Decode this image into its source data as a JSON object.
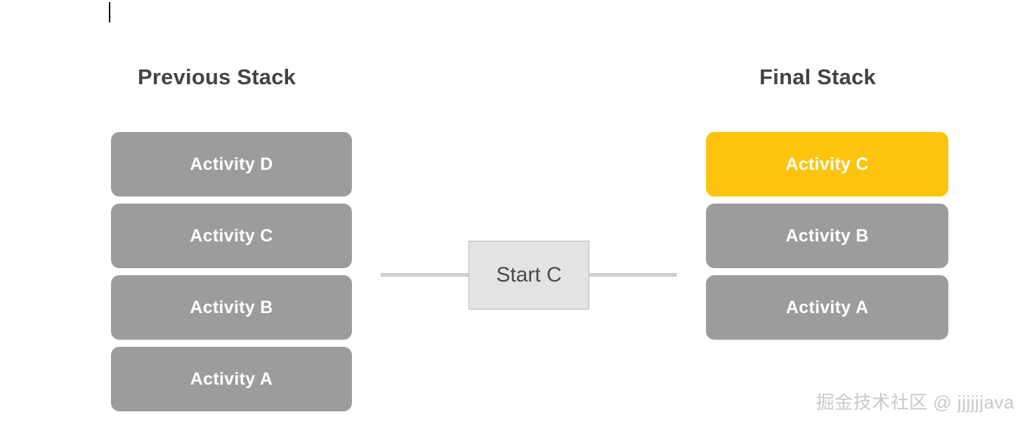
{
  "diagram": {
    "type": "activity-stack-transition",
    "background_color": "#ffffff",
    "caret_name": "text-caret",
    "colors": {
      "box_gray": "#9c9c9c",
      "box_highlight_yellow": "#fcc40d",
      "title_text": "#434343",
      "box_label_text": "#ffffff",
      "start_box_fill": "#e3e3e3",
      "start_box_border": "#b8b8b8",
      "connector_line": "#d0d0d0",
      "watermark_text": "#c9c9c9"
    },
    "previous_stack": {
      "title": "Previous Stack",
      "items": [
        {
          "label": "Activity D",
          "highlight": false
        },
        {
          "label": "Activity C",
          "highlight": false
        },
        {
          "label": "Activity B",
          "highlight": false
        },
        {
          "label": "Activity A",
          "highlight": false
        }
      ]
    },
    "final_stack": {
      "title": "Final Stack",
      "items": [
        {
          "label": "Activity C",
          "highlight": true
        },
        {
          "label": "Activity B",
          "highlight": false
        },
        {
          "label": "Activity A",
          "highlight": false
        }
      ]
    },
    "transition": {
      "label": "Start C",
      "left_connector_name": "connector-line-left",
      "right_connector_name": "connector-line-right"
    },
    "watermark": "掘金技术社区 @ jjjjjjava"
  }
}
